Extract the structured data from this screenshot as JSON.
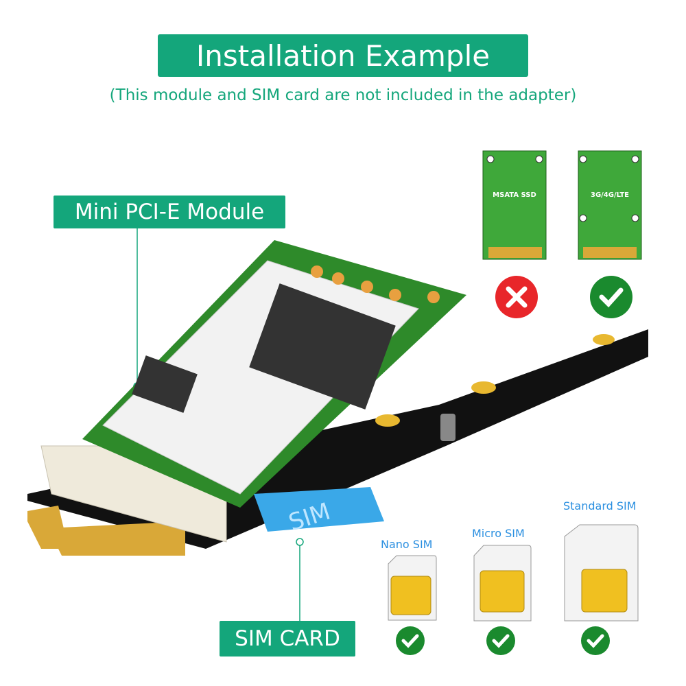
{
  "header": {
    "title": "Installation Example",
    "subtitle": "(This module and SIM card are not included in the adapter)"
  },
  "callouts": {
    "module": "Mini PCI-E Module",
    "sim": "SIM CARD"
  },
  "compatibility": [
    {
      "card": "MSATA  SSD",
      "supported": false,
      "icon": "x-icon",
      "color": "#e8262a"
    },
    {
      "card": "3G/4G/LTE",
      "supported": true,
      "icon": "check-icon",
      "color": "#1a8a2e"
    }
  ],
  "sim_sizes": [
    {
      "label": "Nano SIM",
      "supported": true
    },
    {
      "label": "Micro SIM",
      "supported": true
    },
    {
      "label": "Standard SIM",
      "supported": true
    }
  ],
  "sim_card_print": "SIM",
  "colors": {
    "accent": "#14a67b",
    "sim_label": "#2a8fe0",
    "check": "#1a8a2e"
  }
}
